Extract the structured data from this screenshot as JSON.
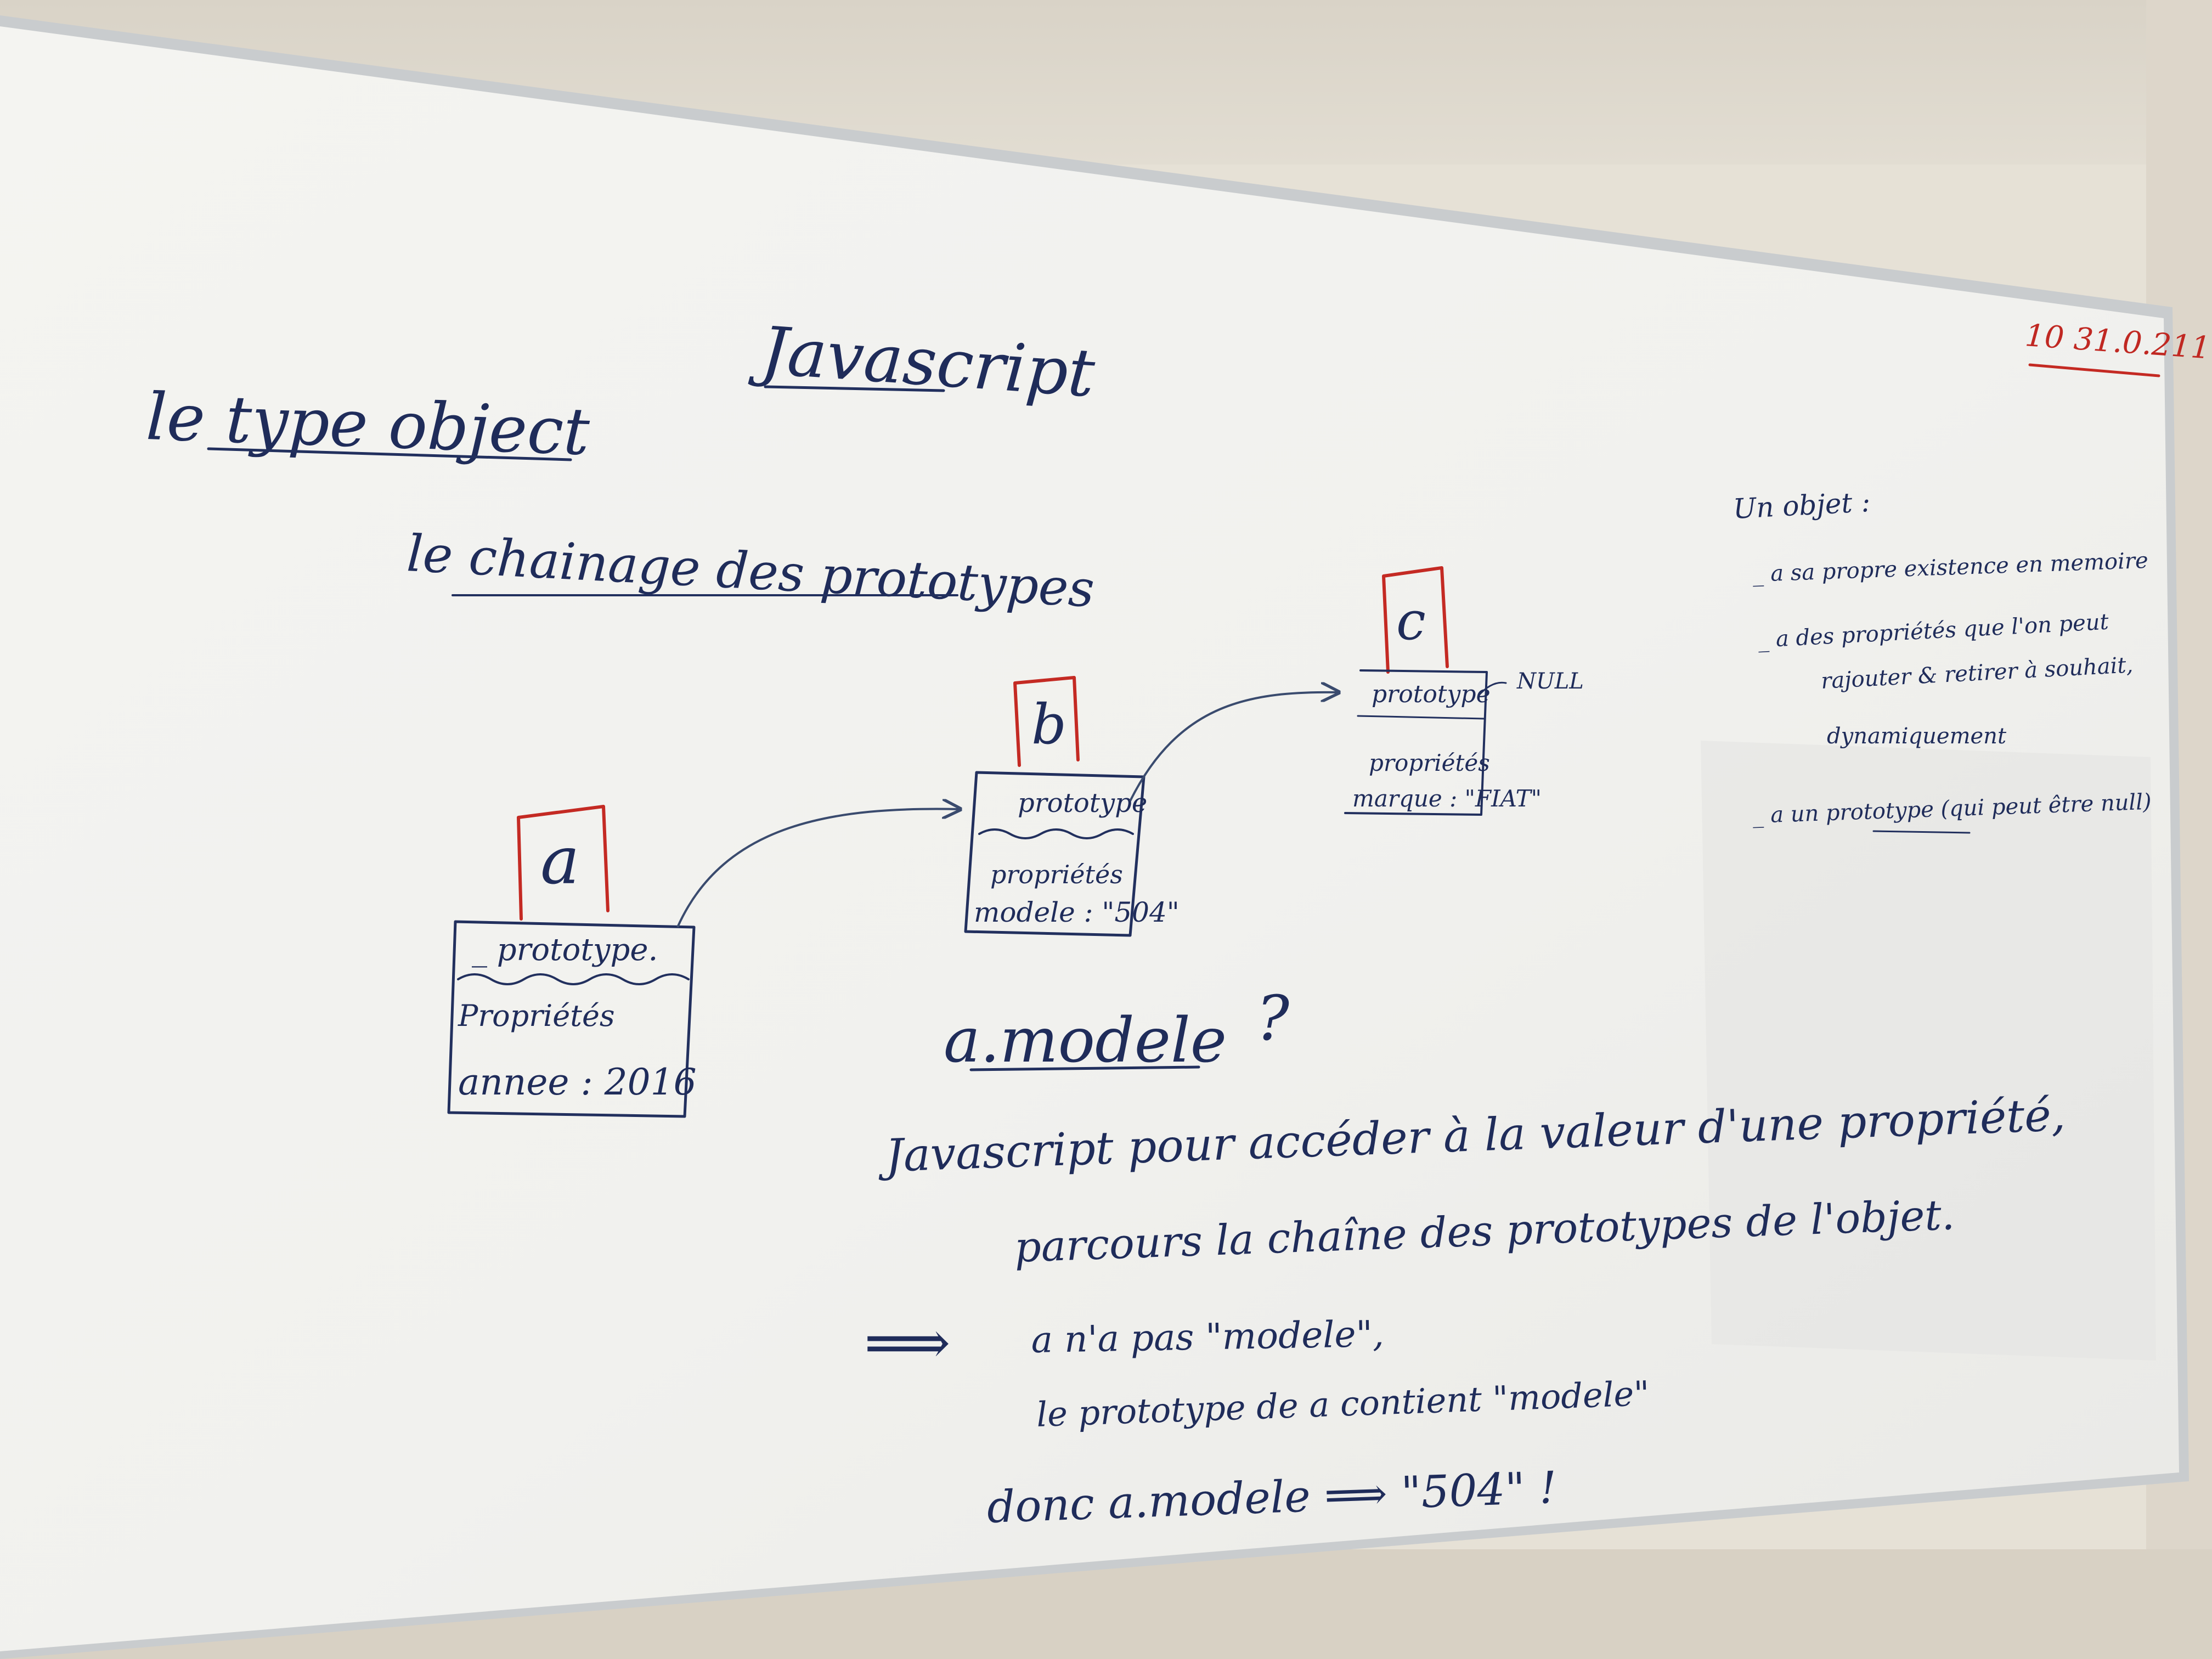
{
  "board": {
    "colors": {
      "ink": "#22305e",
      "accent": "#c42a23",
      "surface": "#f3f3f0"
    },
    "date": "10 31.0.211",
    "title": "Javascript",
    "heading": "le type object",
    "subheading": "le chainage des prototypes",
    "objects": {
      "a": {
        "label": "a",
        "proto_row": "_ prototype.",
        "props_title": "Propriétés",
        "props_value": "annee : 2016"
      },
      "b": {
        "label": "b",
        "proto_row": "prototype",
        "props_title": "propriétés",
        "props_value": "modele : \"504\""
      },
      "c": {
        "label": "c",
        "proto_row": "prototype",
        "props_title": "propriétés",
        "props_value": "marque : \"FIAT\"",
        "null_label": "NULL"
      }
    },
    "notes": {
      "title": "Un objet :",
      "items": [
        "_ a sa propre existence en memoire",
        "_ a des propriétés que l'on peut",
        "rajouter & retirer à souhait,",
        "dynamiquement",
        "_ a un prototype (qui peut être null)"
      ]
    },
    "question": "a.modele",
    "question_mark": "?",
    "explanation": [
      "Javascript pour accéder à la valeur d'une propriété,",
      "parcours la chaîne des prototypes de l'objet."
    ],
    "arrow_symbol": "⟹",
    "conclusion": [
      "a n'a pas \"modele\",",
      "le prototype de a contient \"modele\"",
      "donc a.modele ⟹ \"504\" !"
    ]
  }
}
